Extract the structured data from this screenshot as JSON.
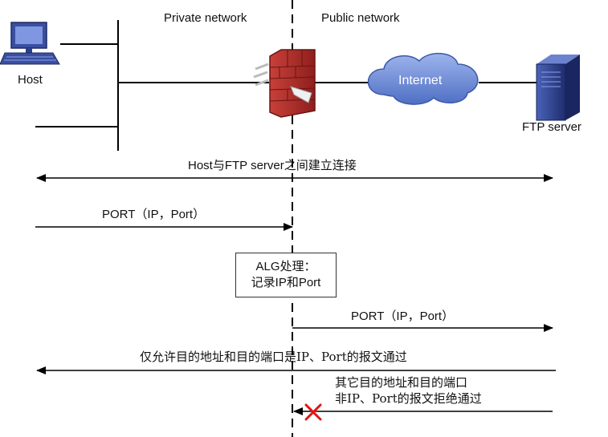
{
  "labels": {
    "private_network": "Private network",
    "public_network": "Public network",
    "host": "Host",
    "internet": "Internet",
    "ftp_server": "FTP server"
  },
  "messages": {
    "connect": "Host与FTP server之间建立连接",
    "port_out": "PORT（IP，Port）",
    "alg_line1": "ALG处理：",
    "alg_line2": "记录IP和Port",
    "port_forward": "PORT（IP，Port）",
    "allow": "仅允许目的地址和目的端口是IP、Port的报文通过",
    "deny_line1": "其它目的地址和目的端口",
    "deny_line2": "非IP、Port的报文拒绝通过"
  },
  "icons": {
    "host": "computer-icon",
    "firewall": "firewall-icon",
    "cloud": "cloud-icon",
    "server": "server-icon",
    "blocked": "red-x-icon"
  },
  "colors": {
    "firewall": "#b8302c",
    "cloud": "#5d7fd1",
    "server": "#2c3f8c",
    "blocked": "#e01616"
  }
}
